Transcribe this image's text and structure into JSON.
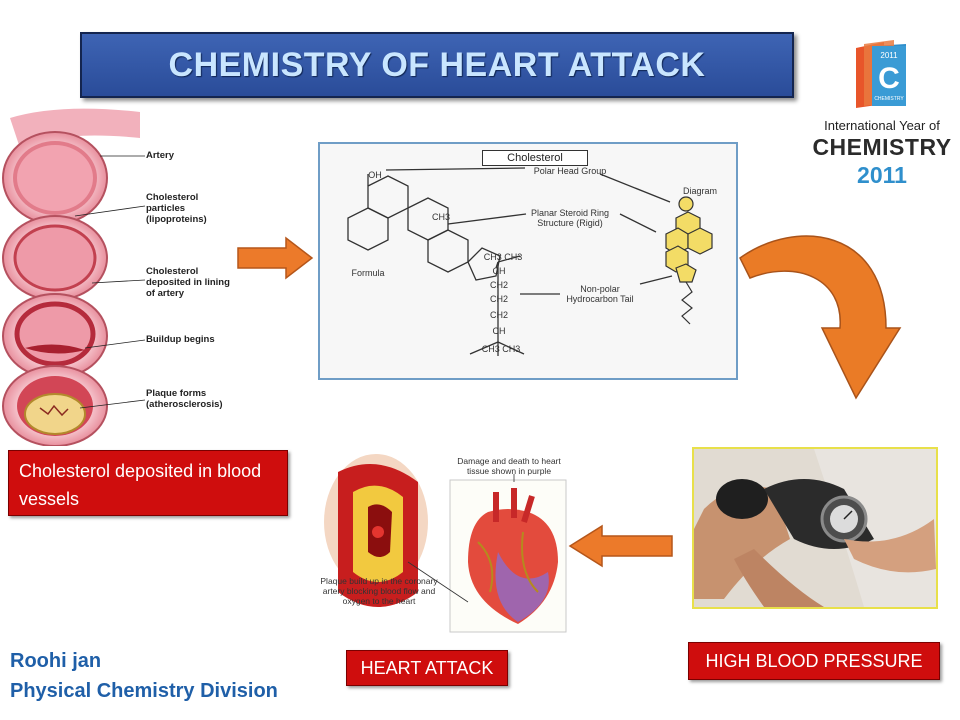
{
  "slide": {
    "title": "CHEMISTRY OF HEART ATTACK",
    "background": "#ffffff"
  },
  "logo": {
    "book_year": "2011",
    "book_letter": "C",
    "book_caption": "CHEMISTRY",
    "line1": "International Year of",
    "line2": "CHEMISTRY",
    "line3": "2011",
    "colors": {
      "orange": "#e8552a",
      "blue": "#2f8fcc",
      "dark": "#2b2b2b"
    }
  },
  "artery_figure": {
    "labels": [
      "Artery",
      "Cholesterol particles (lipoproteins)",
      "Cholesterol deposited in lining of artery",
      "Buildup begins",
      "Plaque forms (atherosclerosis)"
    ]
  },
  "cholesterol_figure": {
    "title": "Cholesterol",
    "formula_label": "Formula",
    "diagram_label": "Diagram",
    "oh": "OH",
    "ch3_ring": "CH3",
    "polar_head": "Polar Head Group",
    "planar_steroid": "Planar Steroid Ring Structure (Rigid)",
    "nonpolar_tail": "Non-polar Hydrocarbon Tail",
    "chain": [
      "CH3 CH3",
      "CH",
      "CH2",
      "CH2",
      "CH2",
      "CH",
      "CH3   CH3"
    ]
  },
  "heart_figure": {
    "damage_note": "Damage and death to heart tissue shown in purple",
    "plaque_note": "Plaque build up in the coronary artery blocking blood flow and oxygen to the heart"
  },
  "captions": {
    "cholesterol": "Cholesterol deposited in blood vessels",
    "heart_attack": "HEART ATTACK",
    "high_bp": "HIGH BLOOD PRESSURE"
  },
  "author": {
    "name": "Roohi jan",
    "division": "Physical Chemistry Division"
  },
  "colors": {
    "banner": "#2a4c99",
    "banner_text": "#c9e6ff",
    "caption_red": "#cf0d0d",
    "arrow_orange": "#e8782a",
    "author_blue": "#1f5fa8"
  }
}
